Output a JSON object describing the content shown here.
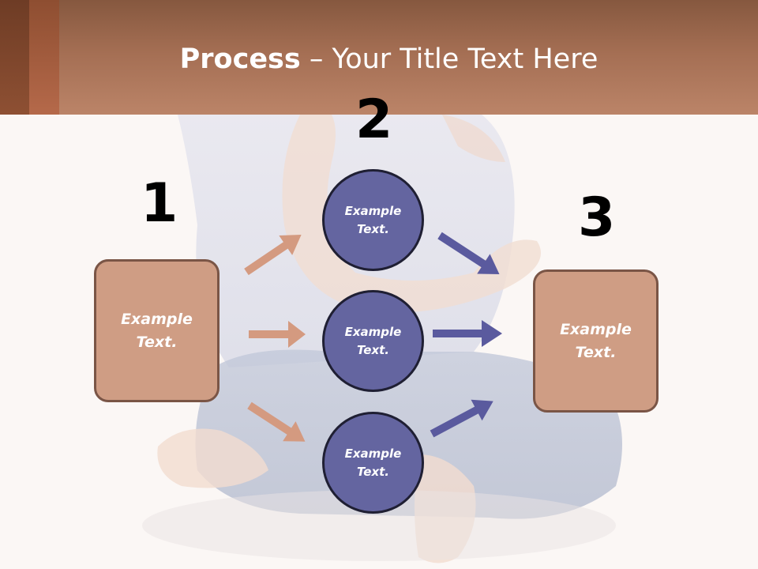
{
  "title": {
    "bold": "Process",
    "rest": " – Your Title Text Here"
  },
  "steps": {
    "n1": "1",
    "n2": "2",
    "n3": "3"
  },
  "left_box": {
    "text": "Example Text."
  },
  "right_box": {
    "text": "Example Text."
  },
  "circles": [
    {
      "text": "Example Text."
    },
    {
      "text": "Example Text."
    },
    {
      "text": "Example Text."
    }
  ],
  "colors": {
    "header": "#a46e53",
    "box_fill": "#cf9d84",
    "box_border": "#7a5546",
    "circle_fill": "#6465a0",
    "circle_border": "#1f1f33",
    "arrow_left": "#d49a80",
    "arrow_right": "#5a5a9e"
  }
}
